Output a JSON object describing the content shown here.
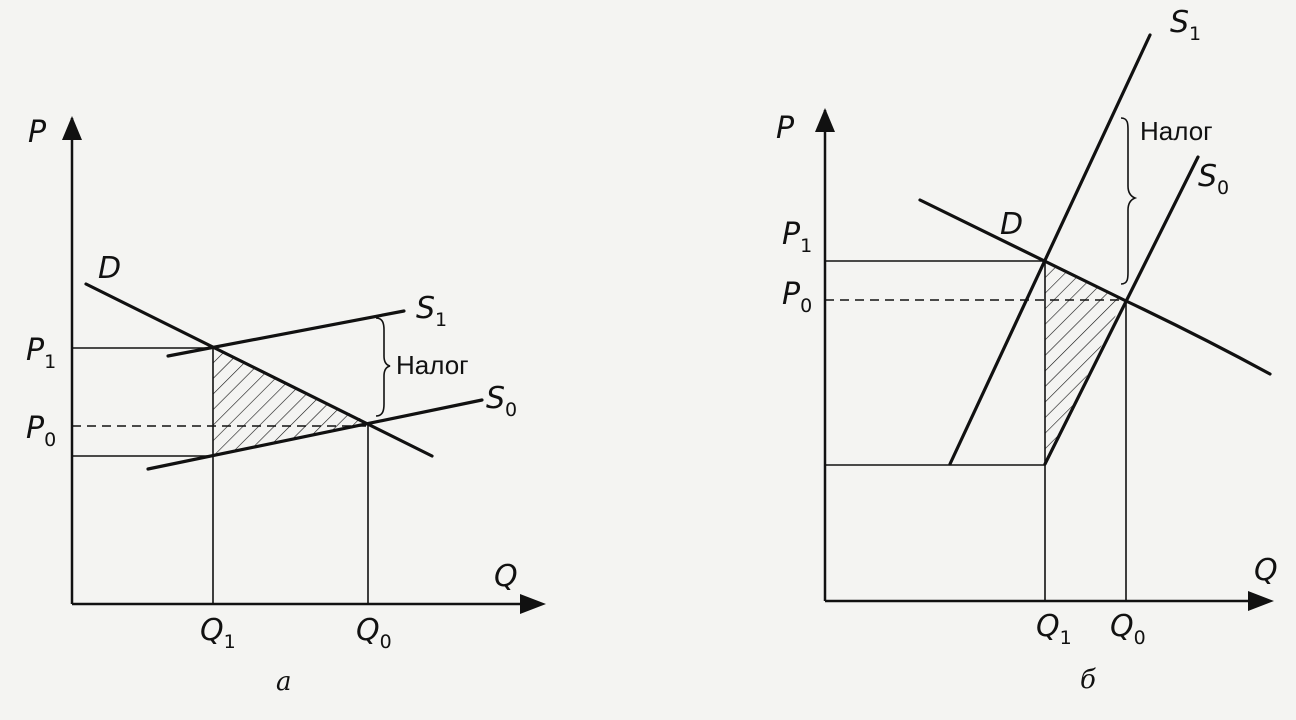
{
  "panel_a": {
    "axis_y": "P",
    "axis_x": "Q",
    "demand": "D",
    "supply_new": "S",
    "supply_new_sub": "1",
    "supply_old": "S",
    "supply_old_sub": "0",
    "tax": "Налог",
    "p1": "P",
    "p1_sub": "1",
    "p0": "P",
    "p0_sub": "0",
    "q1": "Q",
    "q1_sub": "1",
    "q0": "Q",
    "q0_sub": "0",
    "caption": "а"
  },
  "panel_b": {
    "axis_y": "P",
    "axis_x": "Q",
    "demand": "D",
    "supply_new": "S",
    "supply_new_sub": "1",
    "supply_old": "S",
    "supply_old_sub": "0",
    "tax": "Налог",
    "p1": "P",
    "p1_sub": "1",
    "p0": "P",
    "p0_sub": "0",
    "q1": "Q",
    "q1_sub": "1",
    "q0": "Q",
    "q0_sub": "0",
    "caption": "б"
  },
  "colors": {
    "ink": "#111111",
    "paper": "#f4f4f2"
  }
}
